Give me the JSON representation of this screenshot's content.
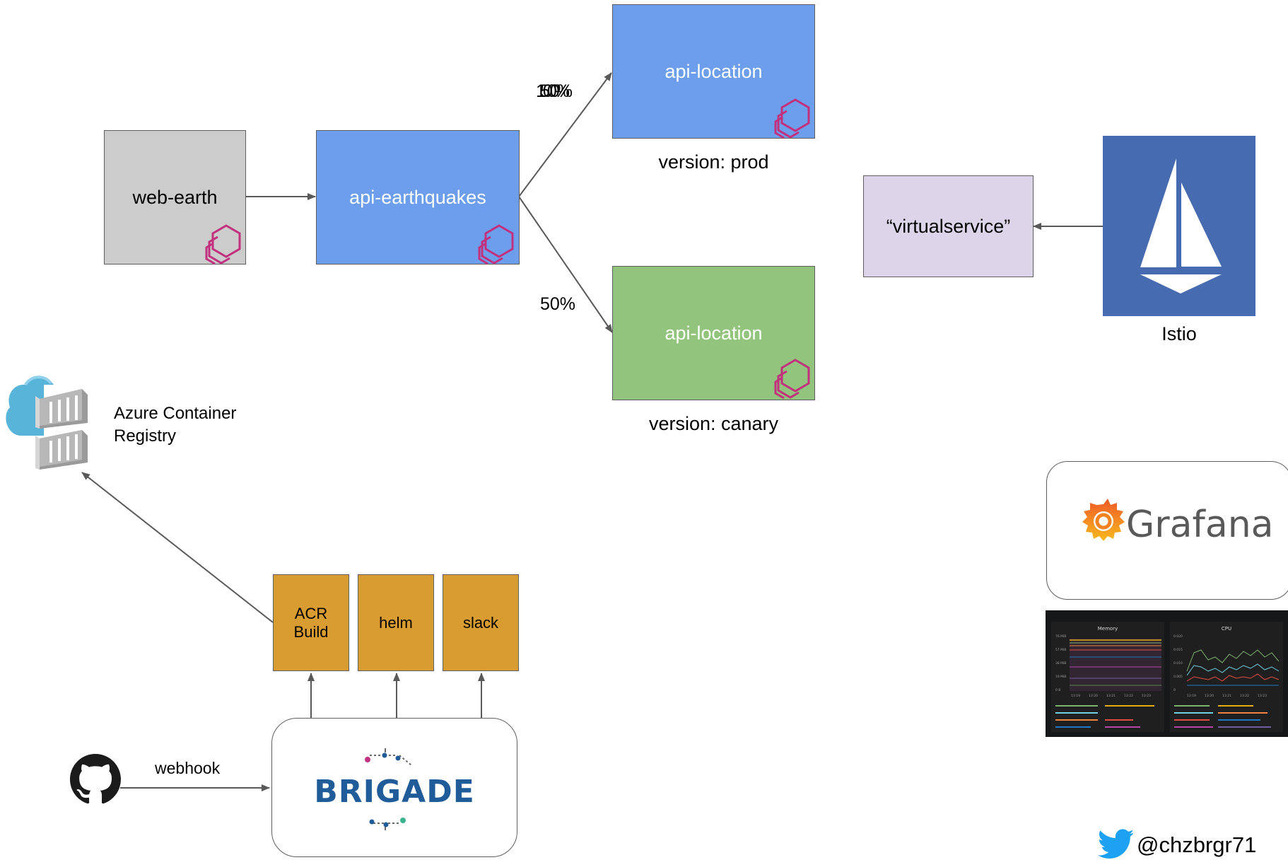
{
  "nodes": {
    "web_earth": "web-earth",
    "api_earthquakes": "api-earthquakes",
    "api_location_prod": "api-location",
    "api_location_canary": "api-location",
    "virtualservice": "“virtualservice”",
    "acr_build": "ACR\nBuild",
    "helm": "helm",
    "slack": "slack",
    "brigade": "BRIGADE",
    "grafana": "Grafana"
  },
  "labels": {
    "version_prod": "version: prod",
    "version_canary": "version: canary",
    "istio": "Istio",
    "acr_line1": "Azure Container",
    "acr_line2": "Registry",
    "webhook": "webhook",
    "twitter_handle": "@chzbrgr71"
  },
  "edge_labels": {
    "prod_weight_a": "100%",
    "prod_weight_b": "50%",
    "canary_weight": "50%"
  },
  "dashboard": {
    "memory_title": "Memory",
    "cpu_title": "CPU",
    "memory_ticks": [
      "76 MiB",
      "57 MiB",
      "38 MiB",
      "19 MiB",
      "0 B"
    ],
    "cpu_ticks": [
      "0.020",
      "0.015",
      "0.010",
      "0.005",
      "0"
    ],
    "time_ticks": [
      "13:19",
      "13:20",
      "13:21",
      "13:22",
      "13:23"
    ]
  },
  "colors": {
    "gray_box": "#cccccc",
    "blue_box": "#6d9eeb",
    "green_box": "#93c47d",
    "lavender_box": "#dcd5ea",
    "istio_blue": "#466bb0",
    "task_orange": "#d89c30",
    "envoy_magenta": "#c2317e",
    "azure_blue": "#59b4d9",
    "brigade_blue": "#1f5c99",
    "twitter_blue": "#1da1f2",
    "grafana_orange": "#f26522"
  },
  "icons": [
    "envoy-icon",
    "istio-sail-icon",
    "azure-container-registry-icon",
    "github-icon",
    "brigade-logo",
    "grafana-logo",
    "twitter-icon"
  ]
}
